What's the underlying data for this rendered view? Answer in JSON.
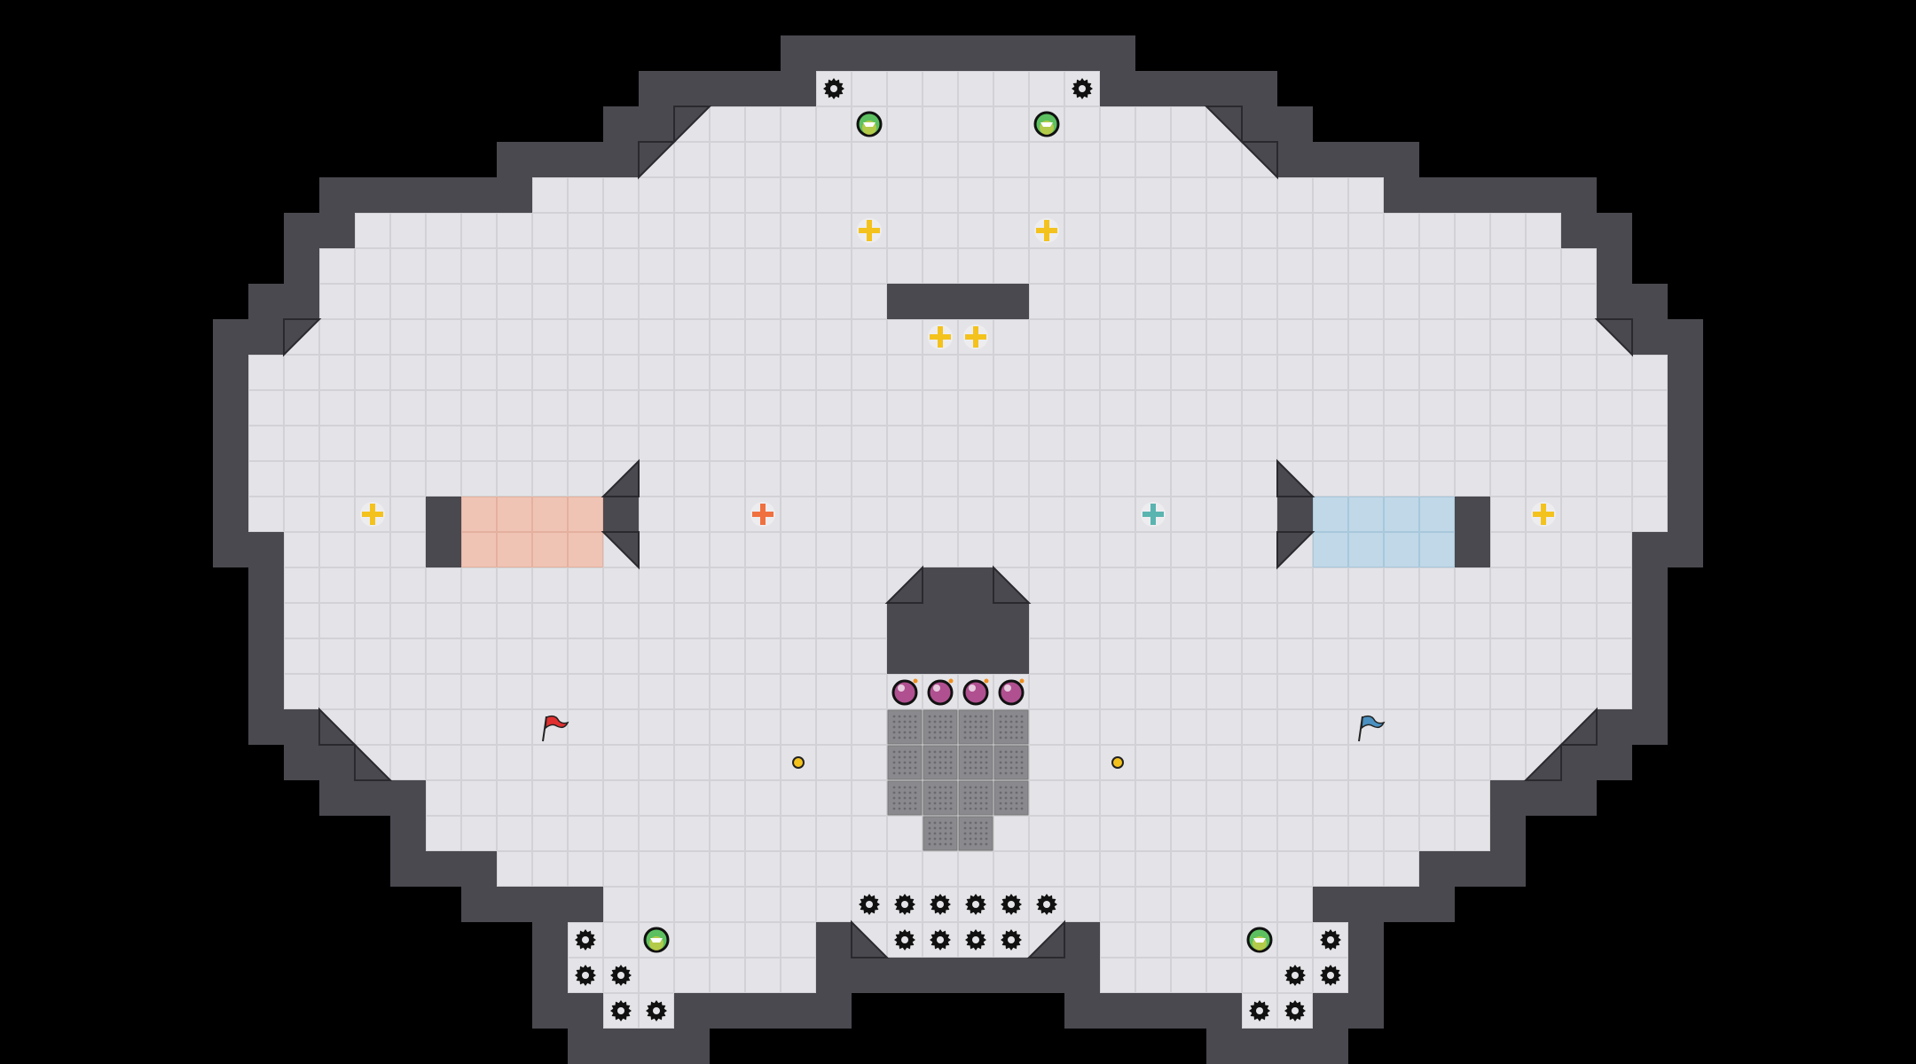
{
  "game": {
    "view": "map",
    "teams": [
      "red",
      "blue"
    ]
  },
  "colors": {
    "background": "#000000",
    "floor": "#e4e4e8",
    "floor_line": "#d2d2d6",
    "wall": "#4a494f",
    "wall_edge": "#2a292e",
    "red_zone": "#f0c4b4",
    "blue_zone": "#c0d8e8",
    "grate": "#8a8a8e",
    "powerup": "#f4c21c",
    "red_pad": "#f07040",
    "blue_pad": "#5ab4b0",
    "boost": "#5cc060",
    "bomb": "#b05090",
    "spike": "#111111",
    "red_flag": "#e03030",
    "blue_flag": "#4a90c0",
    "coin": "#f4c21c"
  },
  "entities": {
    "spike": "spike-gear-icon",
    "boost": "boost-icon",
    "powerup": "powerup-plus-icon",
    "bomb": "bomb-icon",
    "flag": "flag-icon",
    "coin": "coin-icon",
    "grate": "grate-tile"
  }
}
